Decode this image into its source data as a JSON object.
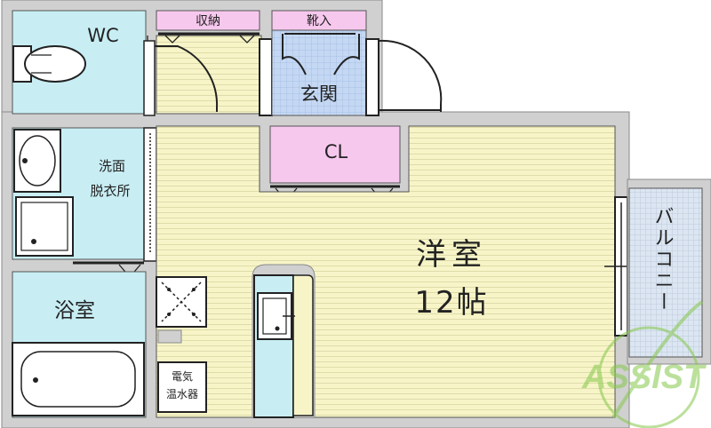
{
  "colors": {
    "wall": "#d0d0d0",
    "wet_area": "#c8eef4",
    "floor": "#f7f5c8",
    "storage": "#f7c8ee",
    "entrance": "#c4d8f4",
    "watermark": "#84c74a"
  },
  "rooms": {
    "wc": "WC",
    "storage": "収納",
    "shoe_storage": "靴入",
    "entrance": "玄関",
    "closet": "CL",
    "washroom_line1": "洗面",
    "washroom_line2": "脱衣所",
    "bathroom": "浴室",
    "western_room_line1": "洋室",
    "western_room_line2": "12帖",
    "balcony": "バルコニー",
    "water_heater_line1": "電気",
    "water_heater_line2": "温水器"
  },
  "icons": {
    "toilet": "toilet-icon",
    "washbasin": "washbasin-icon",
    "washer": "washing-machine-pan-icon",
    "bathtub": "bathtub-icon",
    "stove": "stove-icon",
    "sink": "kitchen-sink-icon"
  },
  "watermark": {
    "text": "ASSIST"
  }
}
